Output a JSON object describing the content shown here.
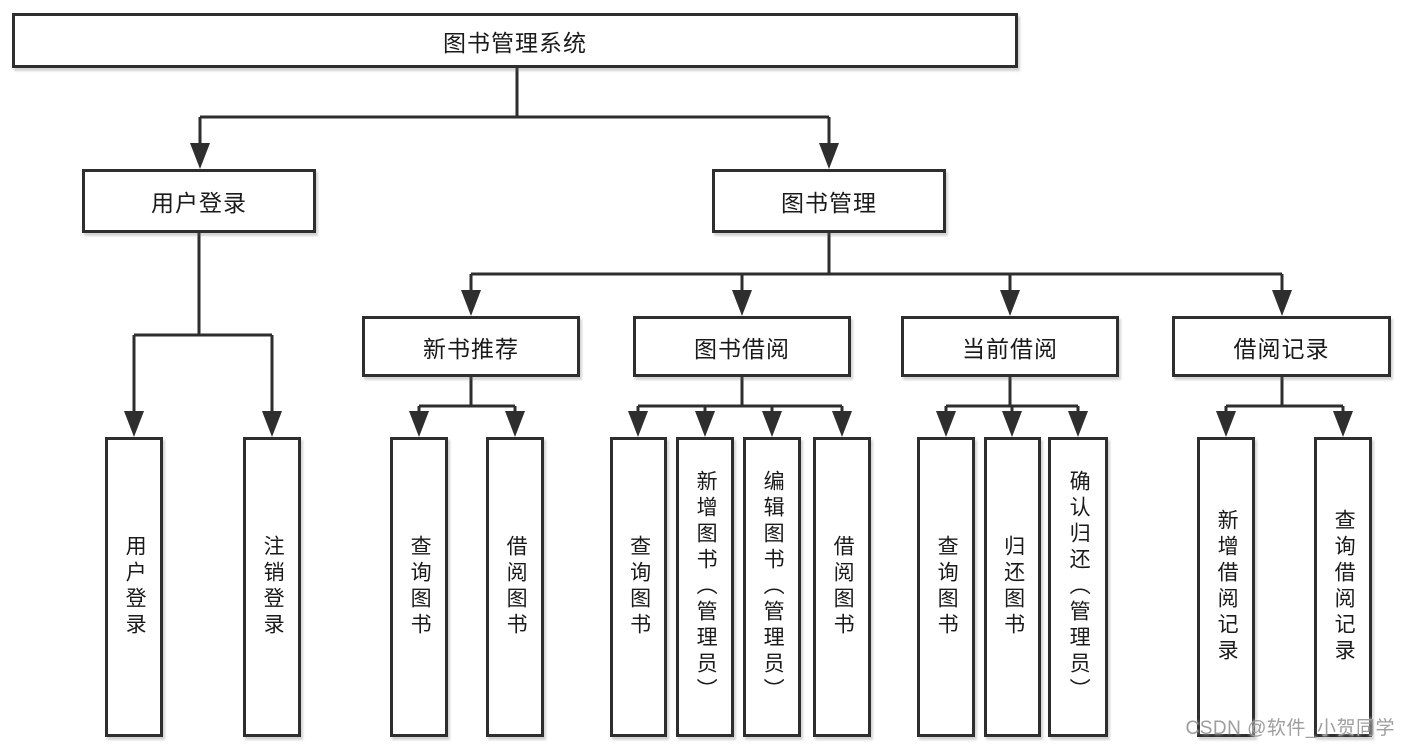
{
  "diagram": {
    "type": "hierarchy",
    "colors": {
      "background": "#ffffff",
      "line": "#2e2e2e",
      "text": "#1a1a1a",
      "watermark": "#9e9e9e"
    },
    "tree": {
      "root": {
        "label": "图书管理系统",
        "children": [
          {
            "label": "用户登录",
            "children": [
              {
                "label": "用户登录"
              },
              {
                "label": "注销登录"
              }
            ]
          },
          {
            "label": "图书管理",
            "children": [
              {
                "label": "新书推荐",
                "children": [
                  {
                    "label": "查询图书"
                  },
                  {
                    "label": "借阅图书"
                  }
                ]
              },
              {
                "label": "图书借阅",
                "children": [
                  {
                    "label": "查询图书"
                  },
                  {
                    "label": "新增图书（管理员）"
                  },
                  {
                    "label": "编辑图书（管理员）"
                  },
                  {
                    "label": "借阅图书"
                  }
                ]
              },
              {
                "label": "当前借阅",
                "children": [
                  {
                    "label": "查询图书"
                  },
                  {
                    "label": "归还图书"
                  },
                  {
                    "label": "确认归还（管理员）"
                  }
                ]
              },
              {
                "label": "借阅记录",
                "children": [
                  {
                    "label": "新增借阅记录"
                  },
                  {
                    "label": "查询借阅记录"
                  }
                ]
              }
            ]
          }
        ]
      }
    },
    "watermark": {
      "text": "CSDN @软件_小贺同学"
    }
  }
}
